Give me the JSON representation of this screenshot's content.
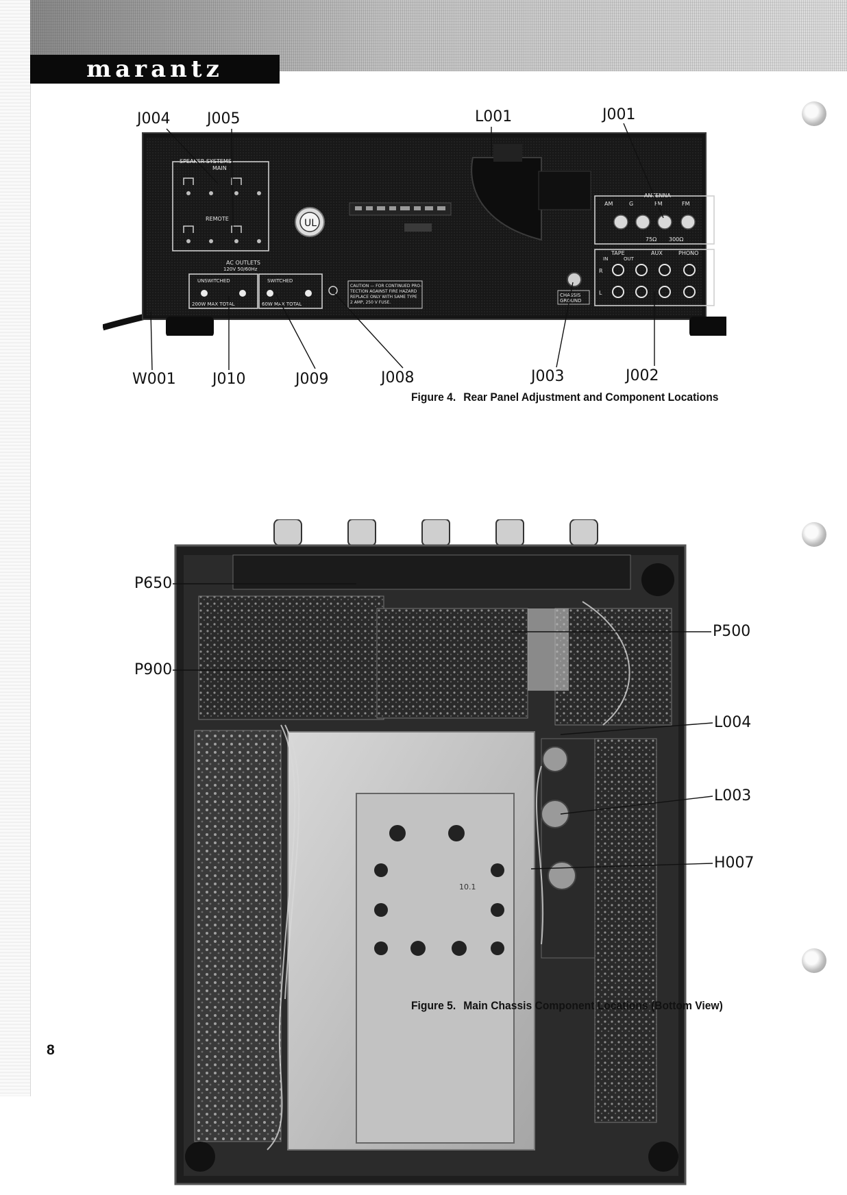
{
  "header": {
    "brand": "marantz"
  },
  "figure4": {
    "caption_number": "Figure 4.",
    "caption_text": "Rear Panel Adjustment and Component Locations",
    "callouts": {
      "J004": "J004",
      "J005": "J005",
      "L001": "L001",
      "J001": "J001",
      "W001": "W001",
      "J010": "J010",
      "J009": "J009",
      "J008": "J008",
      "J003": "J003",
      "J002": "J002"
    },
    "panel": {
      "speaker_systems": "SPEAKER SYSTEMS",
      "main": "MAIN",
      "remote": "REMOTE",
      "ac_outlets": "AC OUTLETS",
      "ac_rating": "120V 50/60Hz",
      "unswitched": "UNSWITCHED",
      "switched": "SWITCHED",
      "unswitched_rating": "200W MAX TOTAL",
      "switched_rating": "60W MAX TOTAL",
      "ul": "UL",
      "caution": [
        "CAUTION — FOR CONTINUED PRO-",
        "TECTION AGAINST FIRE HAZARD",
        "REPLACE ONLY WITH SAME TYPE",
        "2 AMP, 250 V FUSE."
      ],
      "antenna": "ANTENNA",
      "antenna_terminals": [
        "AM",
        "G",
        "FM",
        "FM"
      ],
      "impedance_75": "75Ω",
      "impedance_300": "300Ω",
      "tape": "TAPE",
      "tape_in": "IN",
      "tape_out": "OUT",
      "aux": "AUX",
      "phono": "PHONO",
      "chassis_ground": [
        "CHASSIS",
        "GROUND"
      ],
      "right": "R",
      "left": "L"
    }
  },
  "figure5": {
    "caption_number": "Figure 5.",
    "caption_text": "Main Chassis Component Locations (Bottom View)",
    "callouts": {
      "P650": "P650",
      "P500": "P500",
      "P900": "P900",
      "L004": "L004",
      "L003": "L003",
      "H007": "H007"
    },
    "board_marking": "10.1"
  },
  "page_number": "8"
}
